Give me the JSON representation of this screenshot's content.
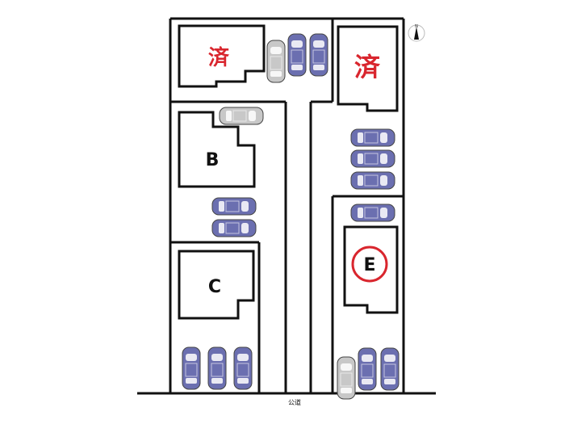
{
  "plan": {
    "compass_label": "N",
    "road_label": "公道",
    "lots": {
      "top_left": {
        "label": "済",
        "status": "sold"
      },
      "top_right": {
        "label": "済",
        "status": "sold"
      },
      "b": {
        "label": "B"
      },
      "c": {
        "label": "C"
      },
      "e": {
        "label": "E",
        "highlighted": true
      }
    }
  },
  "colors": {
    "sold_text": "#d9262e",
    "highlight_circle": "#d9262e",
    "car_blue": "#6b6fb0",
    "car_grey": "#c8c8c8",
    "line": "#111111"
  }
}
